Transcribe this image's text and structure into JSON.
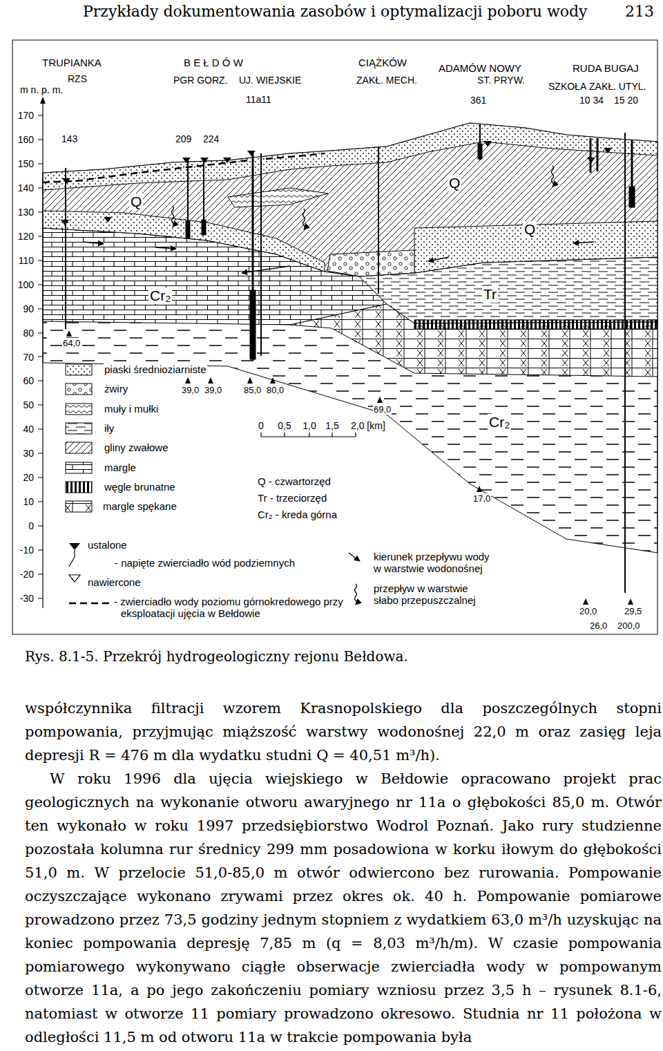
{
  "diagram": {
    "caption": "Rys. 8.1-5. Przekrój hydrogeologiczny rejonu Bełdowa.",
    "labels": [
      "Przykłady dokumentowania zasobów i optymalizacji poboru wody",
      "213",
      "TRUPIANKA",
      "B E Ł D Ó W",
      "CIĄŻKÓW",
      "ADAMÓW NOWY",
      "RUDA BUGAJ",
      "RZS",
      "PGR GORZ.",
      "UJ. WIEJSKIE",
      "ZAKŁ. MECH.",
      "ST. PRYW.",
      "SZKOŁA",
      "ZAKŁ. UTYL.",
      "m n. p. m.",
      "11a11",
      "361",
      "10 34",
      "15 20",
      "170",
      "160",
      "150",
      "140",
      "130",
      "120",
      "110",
      "100",
      "90",
      "80",
      "70",
      "60",
      "50",
      "40",
      "30",
      "20",
      "10",
      "0",
      "-10",
      "-20",
      "-30",
      "143",
      "209",
      "224",
      "Q",
      "Q",
      "Q",
      "Cr₂",
      "Tr",
      "64,0",
      "39,0",
      "39,0",
      "85,0",
      "80,0",
      "0",
      "0,5",
      "1,0",
      "1,5",
      "2,0 [km]",
      "69,0",
      "Cr₂",
      "Q - czwartorzęd",
      "Tr - trzeciorzęd",
      "Cr₂ - kreda górna",
      "17,0",
      "20,0",
      "29,5",
      "26,0",
      "200,0",
      "współczynnika filtracji wzorem Krasnopolskiego dla poszczególnych stopni pompowania, przyjmując miąższość warstwy wodonośnej 22,0 m oraz zasięg leja depresji R = 476 m dla wydatku studni Q = 40,51 m³/h).",
      "W roku 1996 dla ujęcia wiejskiego w Bełdowie opracowano projekt prac geologicznych na wykonanie otworu awaryjnego nr 11a o głębokości 85,0 m. Otwór ten wykonało w roku 1997 przedsiębiorstwo Wodrol Poznań. Jako rury studzienne pozostała kolumna rur średnicy 299 mm posadowiona w korku iłowym do głębokości 51,0 m. W przelocie 51,0-85,0 m otwór odwiercono bez rurowania. Pompowanie oczyszczające wykonano zrywami przez okres ok. 40 h. Pompowanie pomiarowe prowadzono przez 73,5 godziny jednym stopniem z wydatkiem 63,0 m³/h uzyskując na koniec pompowania depresję 7,85 m (q = 8,03 m³/h/m). W czasie pompowania pomiarowego wykonywano ciągłe obserwacje zwierciadła wody w pompowanym otworze 11a, a po jego zakończeniu pomiary wzniosu przez 3,5 h – rysunek 8.1-6, natomiast w otworze 11 pomiary prowadzono okresowo. Studnia nr 11 położona w odległości 11,5 m od otworu 11a w trakcie pompowania była"
    ],
    "legend": [
      {
        "text": "piaski średnioziarniste"
      },
      {
        "text": "żwiry"
      },
      {
        "text": "muły i mułki"
      },
      {
        "text": "iły"
      },
      {
        "text": "gliny zwałowe"
      },
      {
        "text": "margle"
      },
      {
        "text": "węgle brunatne"
      },
      {
        "text": "margle spękane"
      },
      {
        "text": "ustalone"
      },
      {
        "text": "- napięte zwierciadło wód podziemnych"
      },
      {
        "text": "nawiercone"
      },
      {
        "text": "- zwierciadło wody poziomu górnokredowego przy eksploatacji ujęcia w Bełdowie"
      },
      {
        "text": "kierunek przepływu wody w warstwie wodonośnej"
      },
      {
        "text": "przepływ w warstwie słabo przepuszczalnej"
      }
    ]
  }
}
